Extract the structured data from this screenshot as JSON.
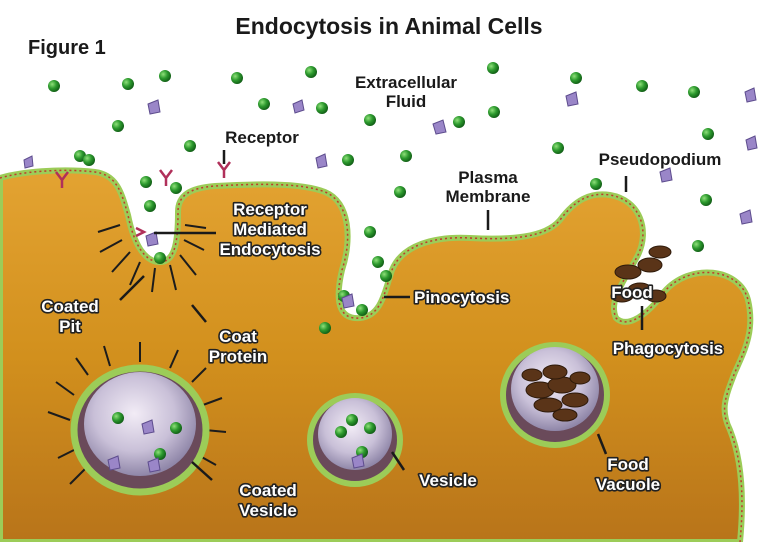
{
  "title": "Endocytosis in Animal Cells",
  "figure_label": "Figure 1",
  "labels": {
    "extracellular_fluid": [
      "Extracellular",
      "Fluid"
    ],
    "receptor": "Receptor",
    "plasma_membrane": [
      "Plasma",
      "Membrane"
    ],
    "pseudopodium": "Pseudopodium",
    "receptor_mediated": [
      "Receptor",
      "Mediated",
      "Endocytosis"
    ],
    "coated_pit": [
      "Coated",
      "Pit"
    ],
    "coat_protein": [
      "Coat",
      "Protein"
    ],
    "pinocytosis": "Pinocytosis",
    "food": "Food",
    "phagocytosis": "Phagocytosis",
    "coated_vesicle": [
      "Coated",
      "Vesicle"
    ],
    "vesicle": "Vesicle",
    "food_vacuole": [
      "Food",
      "Vacuole"
    ]
  },
  "colors": {
    "cytoplasm": "#d2901d",
    "membrane": "#9ccc58",
    "particle_green": "#1f8a24",
    "particle_purple": "#9a86c8",
    "receptor": "#b0305a",
    "food": "#5a3418"
  }
}
